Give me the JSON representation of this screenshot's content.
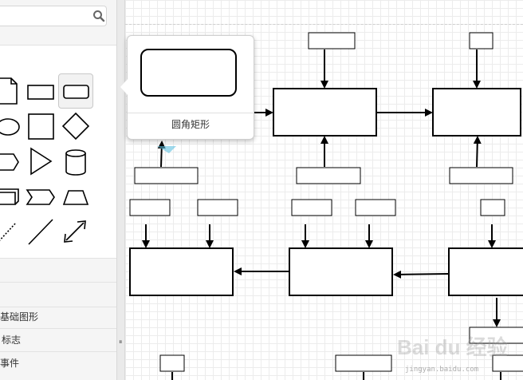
{
  "sidebar": {
    "search": {
      "value": "",
      "placeholder": "",
      "icon": "search-icon"
    },
    "shapes": [
      {
        "name": "document"
      },
      {
        "name": "rectangle"
      },
      {
        "name": "rounded-rectangle",
        "selected": true
      },
      {
        "name": "ellipse"
      },
      {
        "name": "square"
      },
      {
        "name": "diamond"
      },
      {
        "name": "display"
      },
      {
        "name": "triangle"
      },
      {
        "name": "cylinder"
      },
      {
        "name": "card"
      },
      {
        "name": "step"
      },
      {
        "name": "trapezoid"
      },
      {
        "name": "dotted-line"
      },
      {
        "name": "line"
      },
      {
        "name": "bidirectional-arrow"
      }
    ],
    "categories": [
      {
        "label": "基础图形"
      },
      {
        "label": "标志"
      },
      {
        "label": "事件"
      }
    ],
    "splitter_grip": "⏸"
  },
  "tooltip": {
    "label": "圆角矩形",
    "shape": "rounded-rectangle"
  },
  "watermark": {
    "brand": "Bai du 经验",
    "url": "jingyan.baidu.com"
  },
  "colors": {
    "sidebar_bg": "#f5f5f5",
    "grid": "#ececec",
    "stroke": "#000000",
    "highlight": "#5dbfe0"
  }
}
